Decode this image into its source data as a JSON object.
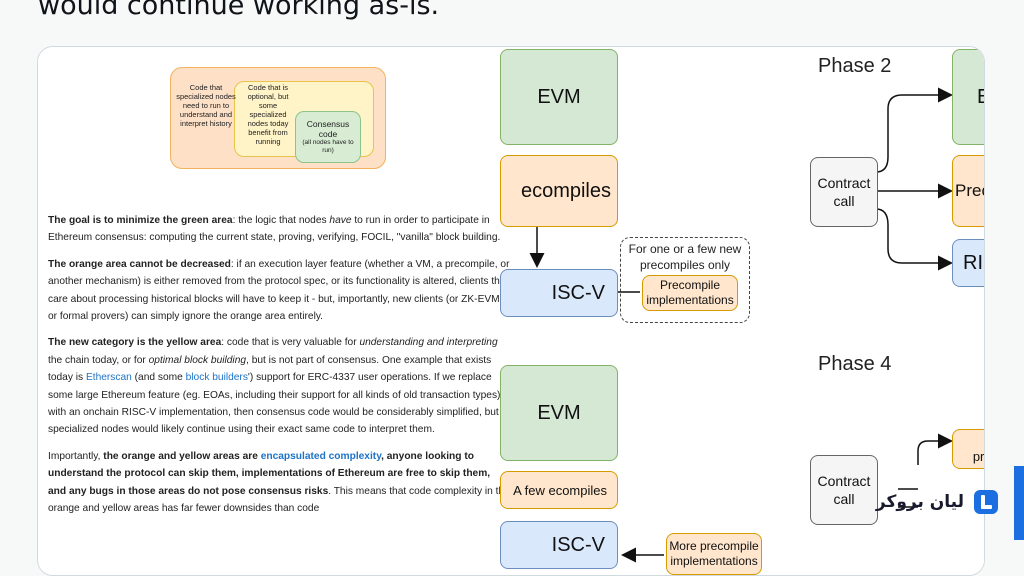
{
  "tweet": {
    "text_fragment": "would continue working as-is."
  },
  "venn": {
    "orange_label": "Code that specialized nodes need to run to understand and interpret history",
    "yellow_label": "Code that is optional, but some specialized nodes today benefit from running",
    "green_label": "Consensus code",
    "green_sub": "(all nodes have to run)"
  },
  "article": {
    "p1_bold": "The goal is to minimize the green area",
    "p1_a": ": the logic that nodes ",
    "p1_i": "have",
    "p1_b": " to run in order to participate in Ethereum consensus: computing the current state, proving, verifying, FOCIL, \"vanilla\" block building.",
    "p2_bold": "The orange area cannot be decreased",
    "p2_a": ": if an execution layer feature (whether a VM, a precompile, or another mechanism) is either removed from the protocol spec, or its functionality is altered, clients that care about processing historical blocks will have to keep it - but, importantly, new clients (or ZK-EVMs, or formal provers) can simply ignore the orange area entirely.",
    "p3_bold": "The new category is the yellow area",
    "p3_a": ": code that is very valuable for ",
    "p3_i1": "understanding and interpreting",
    "p3_b": " the chain today, or for ",
    "p3_i2": "optimal block building",
    "p3_c": ", but is not part of consensus. One example that exists today is ",
    "p3_link1": "Etherscan",
    "p3_d": " (and some ",
    "p3_link2": "block builders",
    "p3_e": "') support for ERC-4337 user operations. If we replace some large Ethereum feature (eg. EOAs, including their support for all kinds of old transaction types) with an onchain RISC-V implementation, then consensus code would be considerably simplified, but specialized nodes would likely continue using their exact same code to interpret them.",
    "p4_a": "Importantly, ",
    "p4_bold1": "the orange and yellow areas are ",
    "p4_link": "encapsulated complexity",
    "p4_bold2": ", anyone looking to understand the protocol can skip them, implementations of Ethereum are free to skip them, and any bugs in those areas do not pose consensus risks",
    "p4_b": ". This means that code complexity in the orange and yellow areas has far fewer downsides than code"
  },
  "diagram": {
    "evm1": "EVM",
    "precompiles1": "ecompiles",
    "riscv1": "ISC-V",
    "note": "For one or a few new precompiles only",
    "precompile_impl": "Precompile implementations",
    "phase2": "Phase 2",
    "contract_call1": "Contract call",
    "evm2": "EVM",
    "precompiles2": "Precomp",
    "riscv2": "RISC-",
    "evm3": "EVM",
    "few_precompiles1": "A few ecompiles",
    "riscv3": "ISC-V",
    "more_precompile_impl": "More precompile implementations",
    "phase4": "Phase 4",
    "contract_call2": "Contract call",
    "few_precompiles2": "A few precompil"
  },
  "brand": {
    "name": "لیان بروکر"
  },
  "colors": {
    "accent": "#1b6fe0",
    "link": "#1d73c7"
  }
}
